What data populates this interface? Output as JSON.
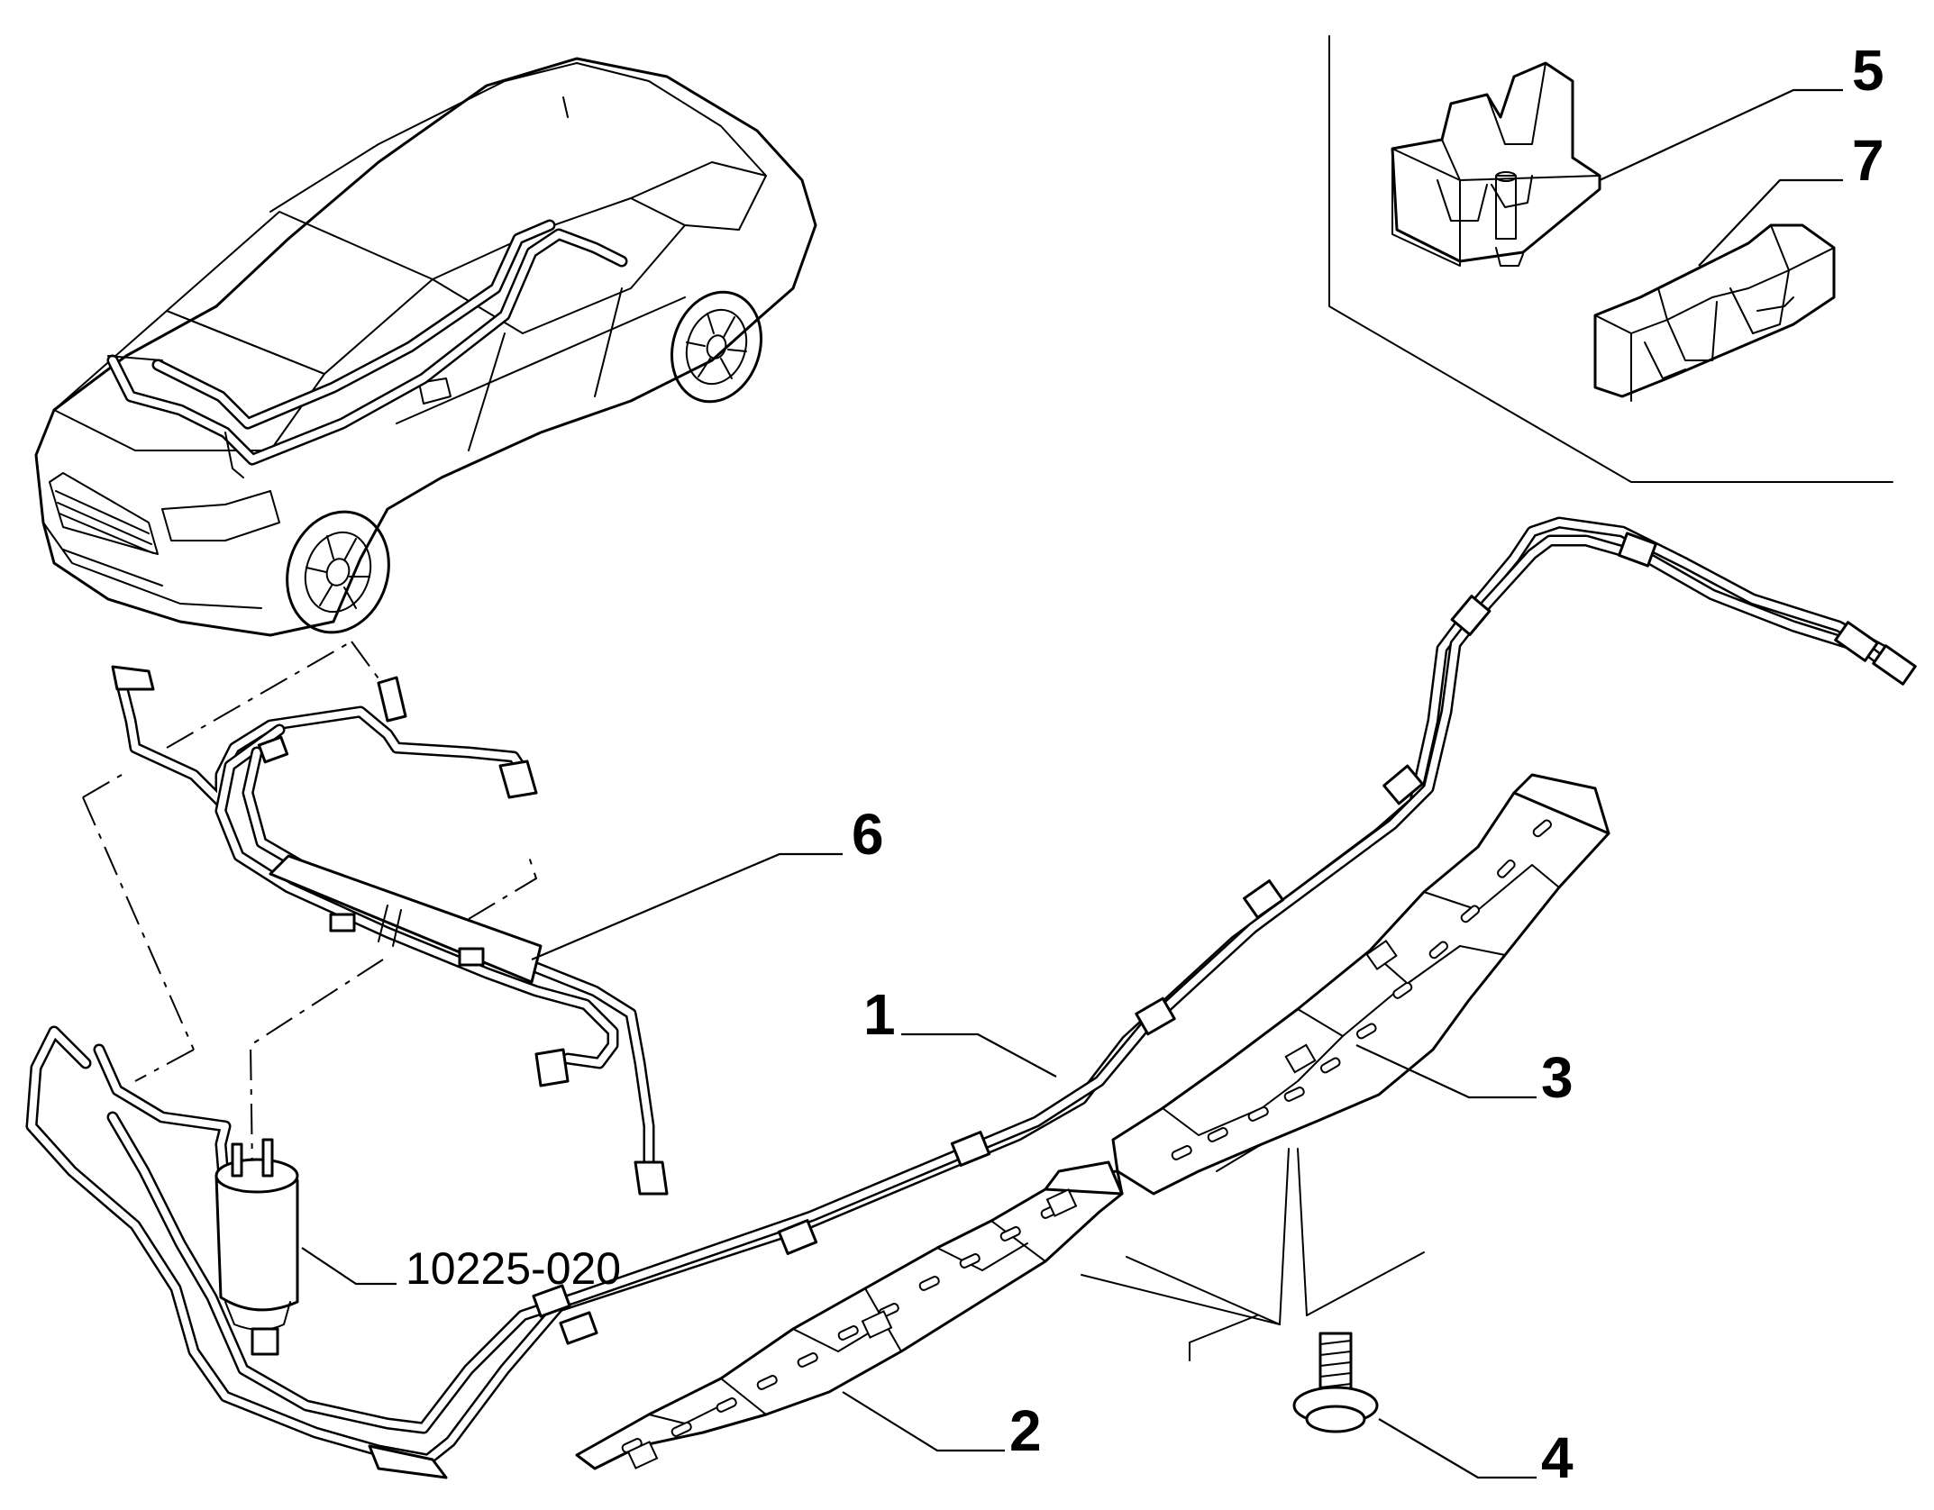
{
  "callouts": [
    {
      "label": "1"
    },
    {
      "label": "2"
    },
    {
      "label": "3"
    },
    {
      "label": "4"
    },
    {
      "label": "5"
    },
    {
      "label": "6"
    },
    {
      "label": "7"
    },
    {
      "label": "10225-020"
    }
  ],
  "colors": {
    "line": "#000000",
    "background": "#ffffff"
  }
}
